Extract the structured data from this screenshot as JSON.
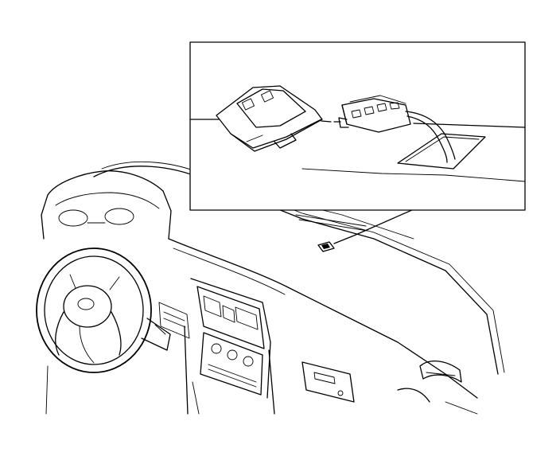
{
  "figure": {
    "subject": "dashboard-with-inset-detail",
    "inset": {
      "parts": [
        "switch-button",
        "connector-plug",
        "dash-opening"
      ]
    },
    "callout": "leader-line-to-dashboard-location"
  },
  "colors": {
    "ink": "#000000",
    "background": "#ffffff"
  }
}
